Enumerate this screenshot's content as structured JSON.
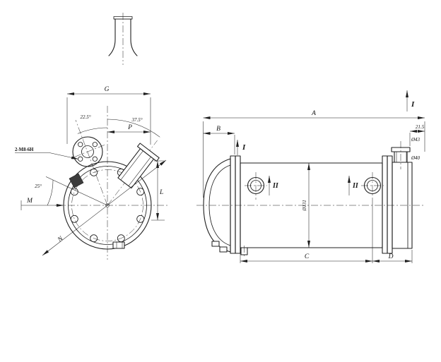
{
  "front_view": {
    "labels": {
      "dim_g": "G",
      "dim_p": "P",
      "angle_port": "22.5°",
      "angle_nozzle": "37.5°",
      "angle_side": "25°",
      "thread_callout": "2-M8-6H",
      "dim_m": "M",
      "dim_l": "L",
      "dim_n": "N"
    }
  },
  "side_view": {
    "labels": {
      "dim_a": "A",
      "dim_b": "B",
      "dim_c": "C",
      "dim_d": "D",
      "shell_dia": "Ø131",
      "nozzle_outer_dia": "Ø43",
      "nozzle_inner_dia": "Ø40",
      "nozzle_offset": "21.5",
      "section_i": "I",
      "section_ii": "II"
    }
  }
}
